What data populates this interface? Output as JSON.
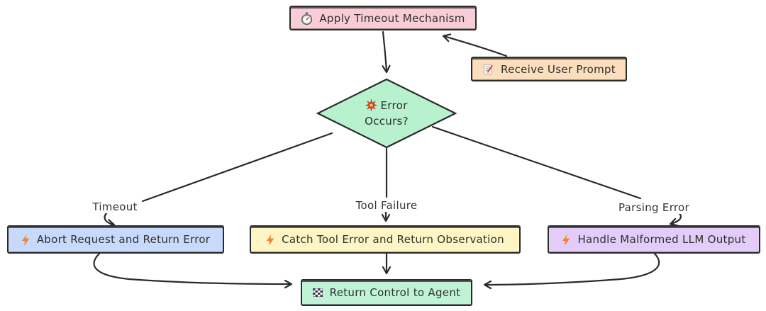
{
  "diagram": {
    "type": "flowchart",
    "background_color": "#ffffff",
    "stroke_color": "#2b2b2b",
    "text_color": "#2f2f2f"
  },
  "nodes": {
    "apply_timeout": {
      "label": "Apply Timeout Mechanism",
      "icon": "stopwatch-icon",
      "color": "#f9cdd7"
    },
    "receive_prompt": {
      "label": "Receive User Prompt",
      "icon": "memo-icon",
      "color": "#fbdebc"
    },
    "error_occurs": {
      "label": "Error Occurs?",
      "icon": "collision-icon",
      "color": "#b7f1cd"
    },
    "abort_request": {
      "label": "Abort Request and Return Error",
      "icon": "lightning-icon",
      "color": "#c8dafb"
    },
    "catch_tool_error": {
      "label": "Catch Tool Error and Return Observation",
      "icon": "lightning-icon",
      "color": "#fdf5c4"
    },
    "handle_malformed": {
      "label": "Handle Malformed LLM Output",
      "icon": "lightning-icon",
      "color": "#e3cdf8"
    },
    "return_control": {
      "label": "Return Control to Agent",
      "icon": "checkered-flag-icon",
      "color": "#c0f3d6"
    }
  },
  "edges": {
    "timeout_label": "Timeout",
    "tool_failure_label": "Tool Failure",
    "parsing_error_label": "Parsing Error"
  }
}
